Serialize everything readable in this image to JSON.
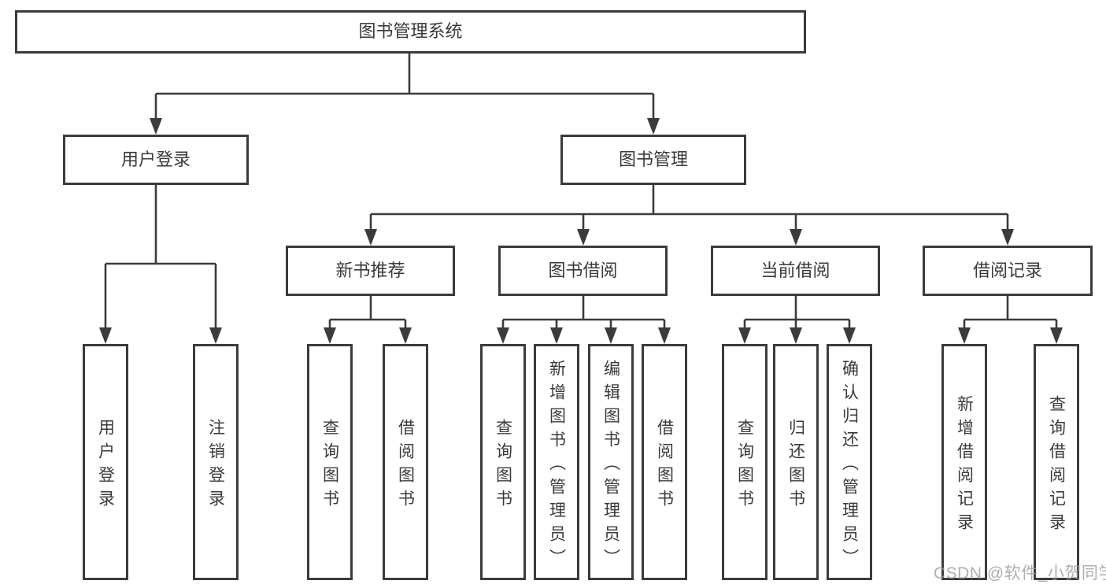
{
  "diagram": {
    "root": {
      "label": "图书管理系统"
    },
    "branches": [
      {
        "label": "用户登录",
        "children": [
          {
            "label": "用户登录"
          },
          {
            "label": "注销登录"
          }
        ]
      },
      {
        "label": "图书管理",
        "children": [
          {
            "label": "新书推荐",
            "children": [
              {
                "label": "查询图书"
              },
              {
                "label": "借阅图书"
              }
            ]
          },
          {
            "label": "图书借阅",
            "children": [
              {
                "label": "查询图书"
              },
              {
                "label": "新增图书（管理员）"
              },
              {
                "label": "编辑图书（管理员）"
              },
              {
                "label": "借阅图书"
              }
            ]
          },
          {
            "label": "当前借阅",
            "children": [
              {
                "label": "查询图书"
              },
              {
                "label": "归还图书"
              },
              {
                "label": "确认归还（管理员）"
              }
            ]
          },
          {
            "label": "借阅记录",
            "children": [
              {
                "label": "新增借阅记录"
              },
              {
                "label": "查询借阅记录"
              }
            ]
          }
        ]
      }
    ],
    "watermark": "CSDN @软件_小贺同学",
    "colors": {
      "line": "#3b3b3b",
      "text": "#3a3a3a",
      "watermark": "#9b9b9b",
      "background": "#ffffff"
    }
  }
}
